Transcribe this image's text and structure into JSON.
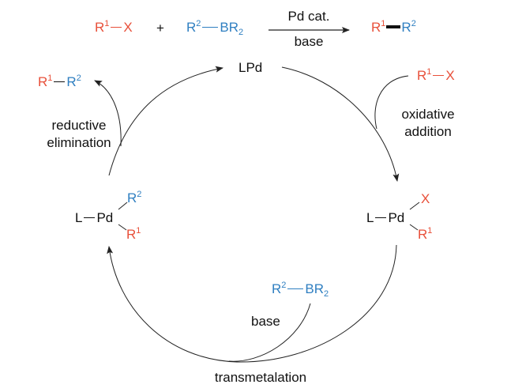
{
  "colors": {
    "r1": "#e8503a",
    "r2": "#2f7fc1",
    "text": "#111111"
  },
  "equation": {
    "reactant1": {
      "r": "R",
      "sup": "1",
      "x": "X"
    },
    "plus": "+",
    "reactant2": {
      "r": "R",
      "sup": "2",
      "b": "BR",
      "sub": "2"
    },
    "condition_top": "Pd cat.",
    "condition_bottom": "base",
    "product": {
      "r1": "R",
      "sup1": "1",
      "r2": "R",
      "sup2": "2"
    }
  },
  "cycle": {
    "catalyst": "LPd",
    "oxidative_addition": {
      "reagent": {
        "r": "R",
        "sup": "1",
        "x": "X"
      },
      "label_line1": "oxidative",
      "label_line2": "addition"
    },
    "pd_ox_complex": {
      "l": "L",
      "pd": "Pd",
      "top": "X",
      "bottom": "R",
      "bottom_sup": "1"
    },
    "transmetalation": {
      "reagent": {
        "r": "R",
        "sup": "2",
        "b": "BR",
        "sub": "2"
      },
      "base": "base",
      "label": "transmetalation"
    },
    "pd_trans_complex": {
      "l": "L",
      "pd": "Pd",
      "top": "R",
      "top_sup": "2",
      "bottom": "R",
      "bottom_sup": "1"
    },
    "reductive_elimination": {
      "product": {
        "r1": "R",
        "sup1": "1",
        "r2": "R",
        "sup2": "2"
      },
      "label_line1": "reductive",
      "label_line2": "elimination"
    }
  }
}
